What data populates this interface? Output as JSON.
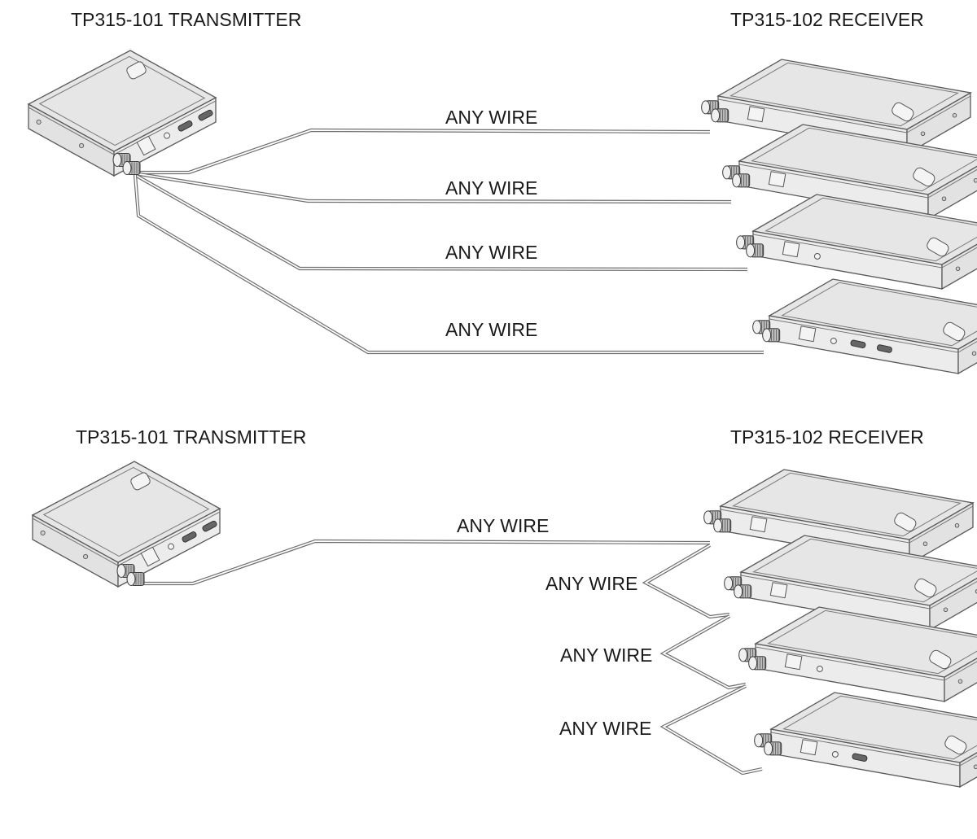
{
  "diagrams": [
    {
      "name": "star-topology",
      "transmitter_label": "TP315-101 TRANSMITTER",
      "receiver_label": "TP315-102 RECEIVER",
      "wire_labels": [
        "ANY WIRE",
        "ANY WIRE",
        "ANY WIRE",
        "ANY WIRE"
      ],
      "receiver_count": 4
    },
    {
      "name": "daisy-chain-topology",
      "transmitter_label": "TP315-101 TRANSMITTER",
      "receiver_label": "TP315-102 RECEIVER",
      "wire_labels": [
        "ANY WIRE",
        "ANY WIRE",
        "ANY WIRE",
        "ANY WIRE"
      ],
      "receiver_count": 4
    }
  ],
  "icons": {
    "transmitter": "transmitter-device-icon",
    "receiver": "receiver-device-icon",
    "terminal": "screw-terminal-icon",
    "power": "power-jack-icon",
    "hdmi": "hdmi-port-icon"
  }
}
